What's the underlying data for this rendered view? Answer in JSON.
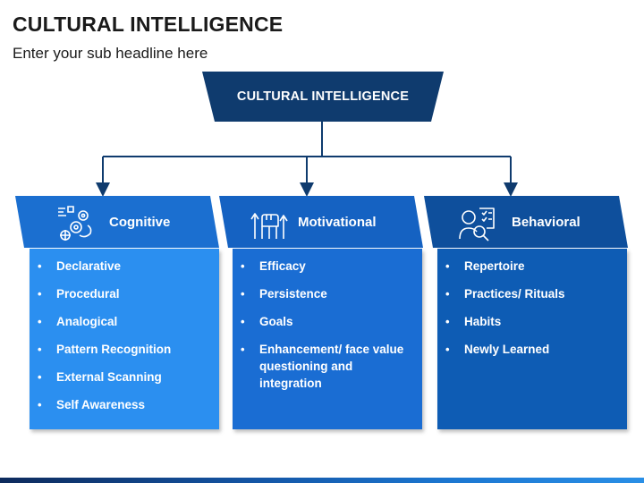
{
  "header": {
    "title": "CULTURAL INTELLIGENCE",
    "subtitle": "Enter your sub headline here"
  },
  "top_box": {
    "label": "CULTURAL INTELLIGENCE",
    "color": "#0f3b6e"
  },
  "colors": {
    "connector": "#0f3b6e",
    "cognitive_head": "#1b6fd0",
    "cognitive_body": "#2b8ff0",
    "motivational_head": "#1562c2",
    "motivational_body": "#1a6dd3",
    "behavioral_head": "#0e4f9c",
    "behavioral_body": "#0e5cb4"
  },
  "columns": [
    {
      "title": "Cognitive",
      "icon": "brain-gears-icon",
      "items": [
        "Declarative",
        "Procedural",
        "Analogical",
        "Pattern Recognition",
        "External Scanning",
        "Self Awareness"
      ]
    },
    {
      "title": "Motivational",
      "icon": "fist-arrows-icon",
      "items": [
        "Efficacy",
        "Persistence",
        "Goals",
        "Enhancement/ face value questioning and integration"
      ]
    },
    {
      "title": "Behavioral",
      "icon": "person-checklist-icon",
      "items": [
        "Repertoire",
        "Practices/ Rituals",
        "Habits",
        "Newly Learned"
      ]
    }
  ]
}
